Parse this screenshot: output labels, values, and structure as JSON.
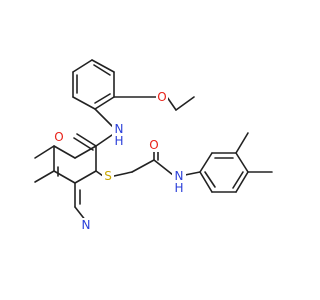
{
  "colors": {
    "bond": "#222222",
    "oxygen": "#e8231a",
    "nitrogen": "#2a3fd9",
    "sulfur": "#c9a700",
    "background": "#ffffff"
  },
  "atom_labels": {
    "o_ether": "O",
    "o_amide1": "O",
    "o_amide2": "O",
    "n_amide1": "N",
    "h_amide1": "H",
    "n_amide2": "N",
    "h_amide2": "H",
    "s_thioether": "S",
    "n_pyridine": "N"
  }
}
